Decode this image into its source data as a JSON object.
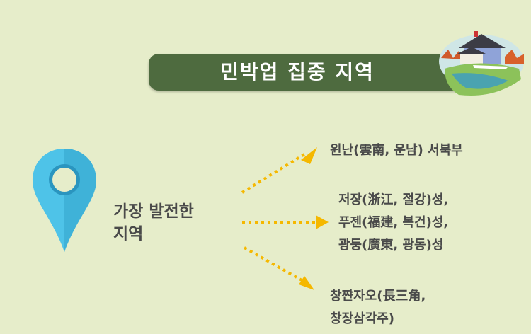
{
  "header": {
    "title": "민박업 집중 지역"
  },
  "main": {
    "label_line1": "가장 발전한",
    "label_line2": "지역",
    "regions": [
      {
        "lines": [
          "윈난(雲南, 운남) 서북부"
        ]
      },
      {
        "lines": [
          "저장(浙江, 절강)성,",
          "푸젠(福建, 복건)성,",
          "광둥(廣東, 광동)성"
        ]
      },
      {
        "lines": [
          "창쨘자오(長三角,",
          "창장삼각주)"
        ]
      }
    ]
  },
  "colors": {
    "banner": "#4e6b3f",
    "pin": "#4ec3e8",
    "arrow": "#f5b800",
    "background": "#e6edca"
  }
}
